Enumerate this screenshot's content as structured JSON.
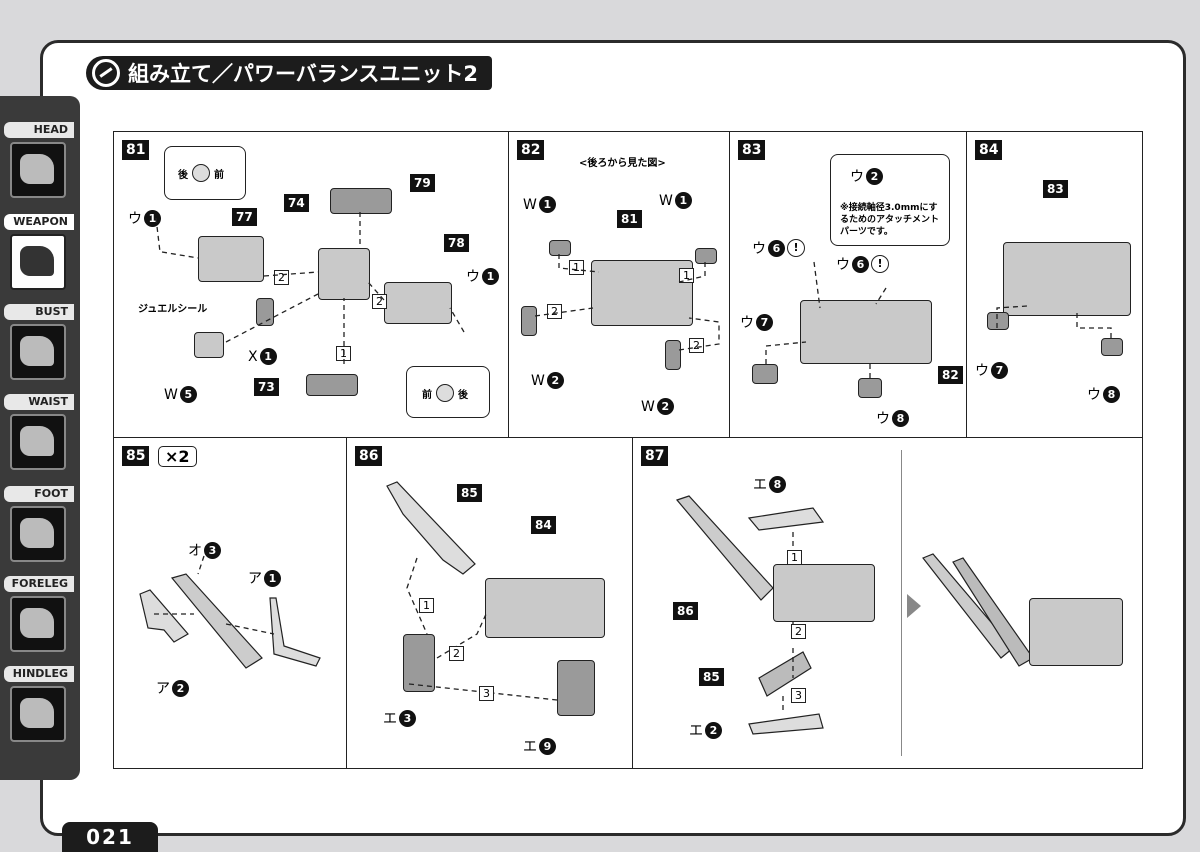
{
  "title": "組み立て／パワーバランスユニット2",
  "page_number": "021",
  "sidebar": [
    {
      "label": "HEAD",
      "icon": "head-icon"
    },
    {
      "label": "WEAPON",
      "icon": "weapon-icon",
      "active": true
    },
    {
      "label": "BUST",
      "icon": "bust-icon"
    },
    {
      "label": "WAIST",
      "icon": "waist-icon"
    },
    {
      "label": "FOOT",
      "icon": "foot-icon"
    },
    {
      "label": "FORELEG",
      "icon": "foreleg-icon"
    },
    {
      "label": "HINDLEG",
      "icon": "hindleg-icon"
    }
  ],
  "steps": {
    "s81": {
      "num": "81",
      "callout_top": {
        "left": "後",
        "right": "前"
      },
      "callout_bottom": {
        "left": "前",
        "right": "後"
      },
      "sticker": "ジュエルシール",
      "labels": {
        "u1a": {
          "l": "ウ",
          "n": "1"
        },
        "u1b": {
          "l": "ウ",
          "n": "1"
        },
        "x1": {
          "l": "X",
          "n": "1"
        },
        "w5": {
          "l": "W",
          "n": "5"
        }
      },
      "parts": [
        "77",
        "74",
        "79",
        "78",
        "73"
      ],
      "subs": [
        "1",
        "2",
        "2"
      ]
    },
    "s82": {
      "num": "82",
      "note": "<後ろから見た図>",
      "labels": {
        "w1a": {
          "l": "W",
          "n": "1"
        },
        "w1b": {
          "l": "W",
          "n": "1"
        },
        "w2a": {
          "l": "W",
          "n": "2"
        },
        "w2b": {
          "l": "W",
          "n": "2"
        }
      },
      "parts": [
        "81"
      ],
      "subs": [
        "1",
        "1",
        "2",
        "2"
      ]
    },
    "s83": {
      "num": "83",
      "callout": {
        "label": "ウ",
        "n": "2",
        "note": "※接続軸径3.0mmにするためのアタッチメントパーツです。"
      },
      "labels": {
        "u6a": {
          "l": "ウ",
          "n": "6"
        },
        "u6b": {
          "l": "ウ",
          "n": "6"
        },
        "u7": {
          "l": "ウ",
          "n": "7"
        },
        "u8": {
          "l": "ウ",
          "n": "8"
        }
      },
      "parts": [
        "82"
      ],
      "excl": "!"
    },
    "s84": {
      "num": "84",
      "labels": {
        "u7": {
          "l": "ウ",
          "n": "7"
        },
        "u8": {
          "l": "ウ",
          "n": "8"
        }
      },
      "parts": [
        "83"
      ]
    },
    "s85": {
      "num": "85",
      "times": "×2",
      "labels": {
        "o3": {
          "l": "オ",
          "n": "3"
        },
        "a1": {
          "l": "ア",
          "n": "1"
        },
        "a2": {
          "l": "ア",
          "n": "2"
        }
      }
    },
    "s86": {
      "num": "86",
      "labels": {
        "e3": {
          "l": "エ",
          "n": "3"
        },
        "e9": {
          "l": "エ",
          "n": "9"
        }
      },
      "parts": [
        "85",
        "84"
      ],
      "subs": [
        "1",
        "2",
        "3"
      ]
    },
    "s87": {
      "num": "87",
      "labels": {
        "e8": {
          "l": "エ",
          "n": "8"
        },
        "e2": {
          "l": "エ",
          "n": "2"
        }
      },
      "parts": [
        "86",
        "85"
      ],
      "subs": [
        "1",
        "2",
        "3"
      ]
    }
  }
}
